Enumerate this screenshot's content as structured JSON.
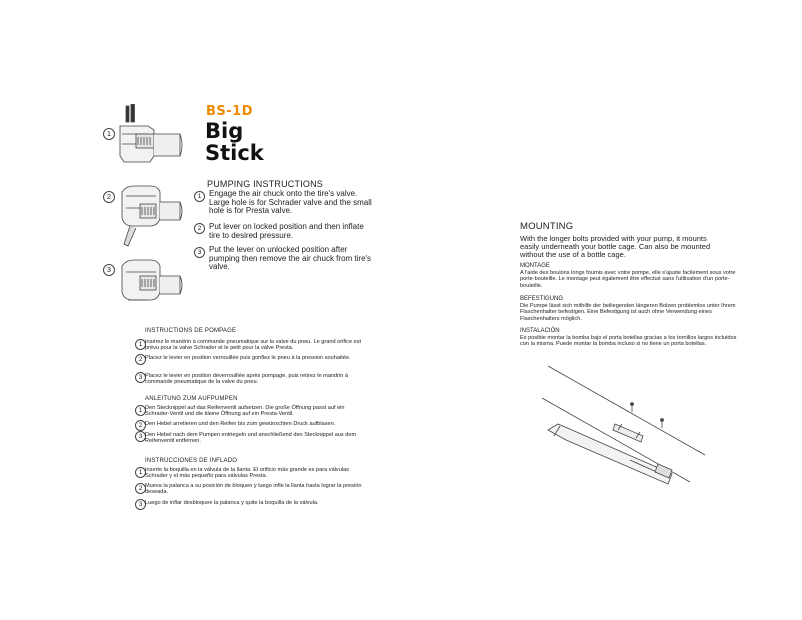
{
  "header": {
    "model": "BS-1D",
    "title_line1": "Big",
    "title_line2": "Stick"
  },
  "figure_markers": [
    "1",
    "2",
    "3"
  ],
  "pumping_en": {
    "heading": "PUMPING INSTRUCTIONS",
    "steps": [
      {
        "n": "1",
        "text": "Engage the air chuck onto the tire's valve. Large hole is for Schrader valve and the small hole is for Presta valve."
      },
      {
        "n": "2",
        "text": "Put lever on locked position and then inflate tire to desired pressure."
      },
      {
        "n": "3",
        "text": "Put the lever on unlocked position after pumping then remove the air chuck from tire's valve."
      }
    ]
  },
  "pumping_fr": {
    "heading": "INSTRUCTIONS DE POMPAGE",
    "steps": [
      {
        "n": "1",
        "text": "Insérez le mandrin à commande pneumatique sur la valve du pneu. Le grand orifice est prévu pour la valve Schrader et le petit pour la valve Presta."
      },
      {
        "n": "2",
        "text": "Placez le levier en position verrouillée puis gonflez le pneu à la pression souhaitée."
      },
      {
        "n": "3",
        "text": "Placez le levier en position déverrouillée après pompage, puis retirez le mandrin à commande pneumatique de la valve du pneu."
      }
    ]
  },
  "pumping_de": {
    "heading": "ANLEITUNG ZUM AUFPUMPEN",
    "steps": [
      {
        "n": "1",
        "text": "Den Stecknippel auf das Reifenventil aufsetzen. Die große Öffnung passt auf ein Schrader-Ventil und die kleine Öffnung auf ein Presta-Ventil."
      },
      {
        "n": "2",
        "text": "Den Hebel arretieren und den Reifen bis zum gewünschten Druck aufblasen."
      },
      {
        "n": "3",
        "text": "Den Hebel nach dem Pumpen entriegeln und anschließend den Stecknippel aus dem Reifenventil entfernen."
      }
    ]
  },
  "pumping_es": {
    "heading": "INSTRUCCIONES DE INFLADO",
    "steps": [
      {
        "n": "1",
        "text": "Inserte la boquilla en la válvula de la llanta. El orificio más grande es para válvulas Schrader y el más pequeño para válvulas Presta."
      },
      {
        "n": "2",
        "text": "Mueva la palanca a su posición de bloqueo y luego infle la llanta hasta lograr la presión deseada."
      },
      {
        "n": "3",
        "text": "Luego de inflar desbloquee la palanca y quite la boquilla de la válvula."
      }
    ]
  },
  "mounting": {
    "heading": "MOUNTING",
    "text": "With the longer bolts provided with your pump, it mounts easily underneath your bottle cage. Can also be mounted without the use of a bottle cage.",
    "sections": [
      {
        "heading": "MONTAGE",
        "text": "A l'aide des boulons longs fournis avec votre pompe, elle s'ajuste facilement sous votre porte-bouteille. Le montage peut également être effectué sans l'utilisation d'un porte-bouteille."
      },
      {
        "heading": "BEFESTIGUNG",
        "text": "Die Pumpe lässt sich mithilfe der beiliegenden längeren Bolzen problemlos unter Ihrem Flaschenhalter befestigen. Eine Befestigung ist auch ohne Verwendung eines Flaschenhalters möglich."
      },
      {
        "heading": "INSTALACIÓN",
        "text": "Es posible montar la bomba bajo el porta botellas gracias a los tornillos largos incluidos con la misma. Puede montar la bomba incluso si no tiene un porta botellas."
      }
    ]
  },
  "colors": {
    "accent": "#f08a00",
    "text": "#222222",
    "line": "#444444"
  }
}
